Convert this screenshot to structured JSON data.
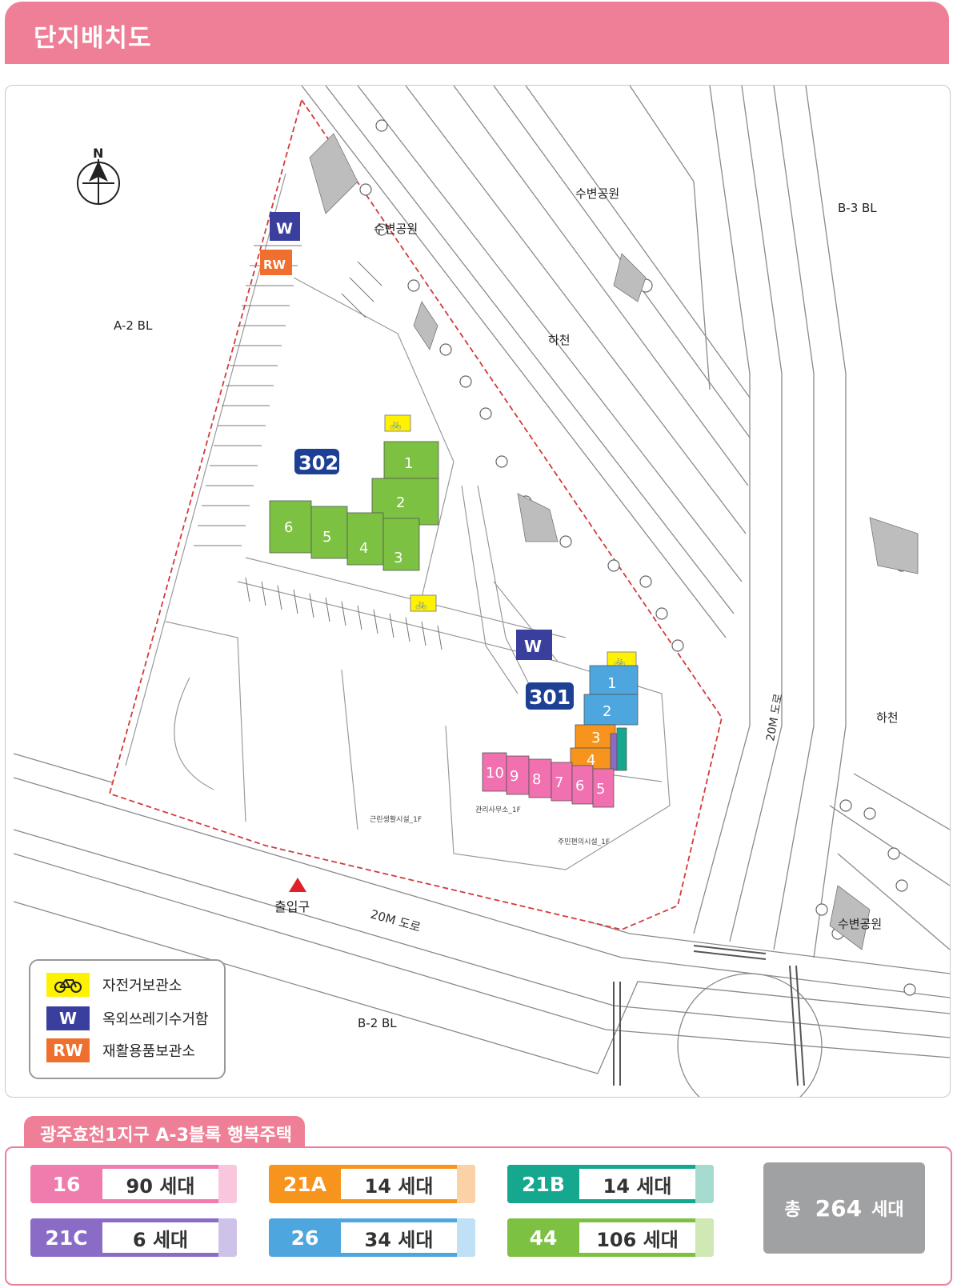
{
  "header": {
    "title": "단지배치도"
  },
  "map": {
    "labels": {
      "north": "N",
      "a2": "A-2 BL",
      "b3": "B-3 BL",
      "b2": "B-2 BL",
      "park1": "수변공원",
      "park2": "수변공원",
      "park3": "수변공원",
      "river1": "하천",
      "river2": "하천",
      "road_bottom": "20M 도로",
      "road_right": "20M 도로",
      "entrance": "출입구",
      "b302": "302",
      "b301": "301",
      "w": "W",
      "rw": "RW",
      "fac1": "근린생활시설_1F",
      "fac2": "주민편의시설_1F",
      "fac3": "관리사무소_1F"
    },
    "units302": [
      "1",
      "2",
      "6",
      "5",
      "4",
      "3"
    ],
    "units301": [
      "1",
      "2",
      "3",
      "4",
      "10",
      "9",
      "8",
      "7",
      "6",
      "5"
    ],
    "colors": {
      "green": "#7cc142",
      "blue": "#4ea6de",
      "orange": "#f7941d",
      "pink": "#f070b0",
      "teal": "#16a88f",
      "purple": "#8a6cc6",
      "navy": "#3a3f9e",
      "rw": "#ef6f2e",
      "bike": "#fff200",
      "buildingLabel": "#1d3f94"
    }
  },
  "legend": {
    "items": [
      {
        "swatch": "bike-icon",
        "label": "자전거보관소",
        "color": "#fff200"
      },
      {
        "swatch": "W",
        "label": "옥외쓰레기수거함",
        "color": "#3a3f9e"
      },
      {
        "swatch": "RW",
        "label": "재활용품보관소",
        "color": "#ef6f2e"
      }
    ]
  },
  "summary": {
    "title": "광주효천1지구 A-3블록 행복주택",
    "units": [
      {
        "code": "16",
        "count": "90 세대",
        "color": "#f07cae",
        "tail": "#f9c7dd"
      },
      {
        "code": "21A",
        "count": "14 세대",
        "color": "#f7941d",
        "tail": "#fbd1a6"
      },
      {
        "code": "21B",
        "count": "14 세대",
        "color": "#16a88f",
        "tail": "#a5dccf"
      },
      {
        "code": "21C",
        "count": "6 세대",
        "color": "#8a6cc6",
        "tail": "#cfc2e8"
      },
      {
        "code": "26",
        "count": "34 세대",
        "color": "#4ea6de",
        "tail": "#bfe0f5"
      },
      {
        "code": "44",
        "count": "106 세대",
        "color": "#7cc142",
        "tail": "#cfe8b4"
      }
    ],
    "total_label": "총",
    "total_value": "264",
    "total_unit": "세대"
  }
}
